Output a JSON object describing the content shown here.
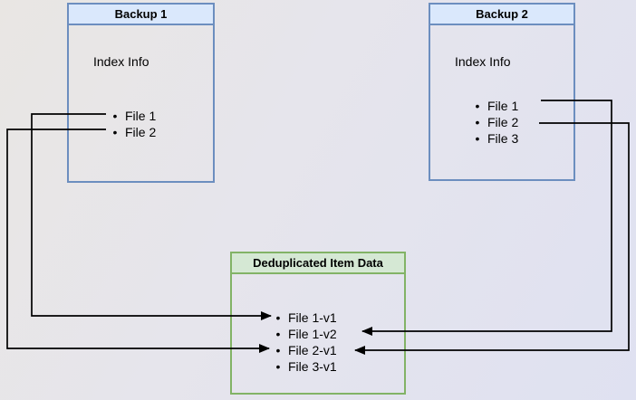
{
  "diagram": {
    "bullet": "•",
    "backup1": {
      "title": "Backup 1",
      "subtitle": "Index Info",
      "files": [
        "File 1",
        "File 2"
      ]
    },
    "backup2": {
      "title": "Backup 2",
      "subtitle": "Index Info",
      "files": [
        "File 1",
        "File 2",
        "File 3"
      ]
    },
    "dedup": {
      "title": "Deduplicated Item Data",
      "items": [
        "File 1-v1",
        "File 1-v2",
        "File 2-v1",
        "File 3-v1"
      ]
    },
    "arrows": [
      {
        "from": "Backup 1 / File 1",
        "to": "Deduplicated Item Data / File 1-v1"
      },
      {
        "from": "Backup 1 / File 2",
        "to": "Deduplicated Item Data / File 2-v1"
      },
      {
        "from": "Backup 2 / File 1",
        "to": "Deduplicated Item Data / File 1-v2"
      },
      {
        "from": "Backup 2 / File 2",
        "to": "Deduplicated Item Data / File 2-v1"
      }
    ],
    "colors": {
      "backup_header_fill": "#dae8fc",
      "backup_border": "#6c8ebf",
      "dedup_header_fill": "#d5e8d4",
      "dedup_border": "#82b366",
      "connector": "#000000",
      "background_start": "#e9e6e3",
      "background_end": "#dfe1f1"
    }
  }
}
